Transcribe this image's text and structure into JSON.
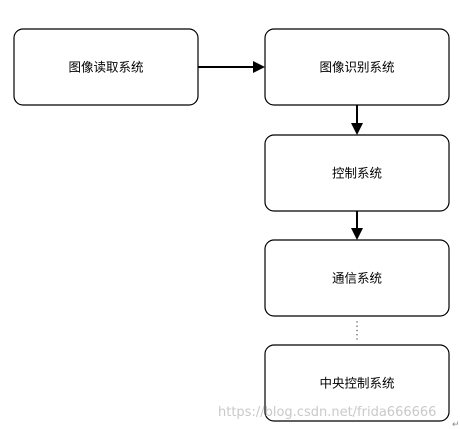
{
  "nodes": [
    {
      "id": "n1",
      "label": "图像读取系统"
    },
    {
      "id": "n2",
      "label": "图像识别系统"
    },
    {
      "id": "n3",
      "label": "控制系统"
    },
    {
      "id": "n4",
      "label": "通信系统"
    },
    {
      "id": "n5",
      "label": "中央控制系统"
    }
  ],
  "edges": [
    {
      "from": "n1",
      "to": "n2",
      "style": "arrow"
    },
    {
      "from": "n2",
      "to": "n3",
      "style": "arrow"
    },
    {
      "from": "n3",
      "to": "n4",
      "style": "arrow"
    },
    {
      "from": "n4",
      "to": "n5",
      "style": "dotted"
    }
  ],
  "watermark": "https://blog.csdn.net/frida666666",
  "return_mark": "↵"
}
